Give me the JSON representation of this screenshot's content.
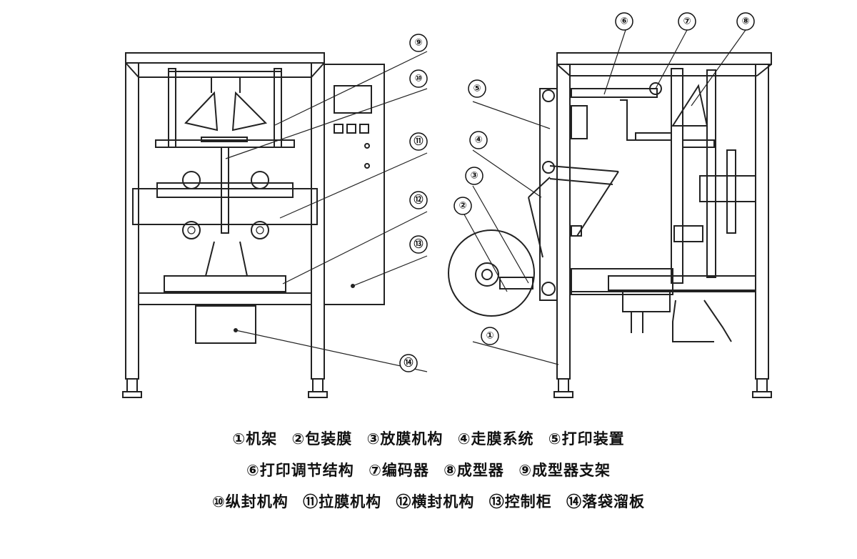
{
  "callouts": [
    "①",
    "②",
    "③",
    "④",
    "⑤",
    "⑥",
    "⑦",
    "⑧",
    "⑨",
    "⑩",
    "⑪",
    "⑫",
    "⑬",
    "⑭"
  ],
  "legend": {
    "rows": [
      [
        "①机架",
        "②包装膜",
        "③放膜机构",
        "④走膜系统",
        "⑤打印装置"
      ],
      [
        "⑥打印调节结构",
        "⑦编码器",
        "⑧成型器",
        "⑨成型器支架"
      ],
      [
        "⑩纵封机构",
        "⑪拉膜机构",
        "⑫横封机构",
        "⑬控制柜",
        "⑭落袋溜板"
      ]
    ]
  }
}
